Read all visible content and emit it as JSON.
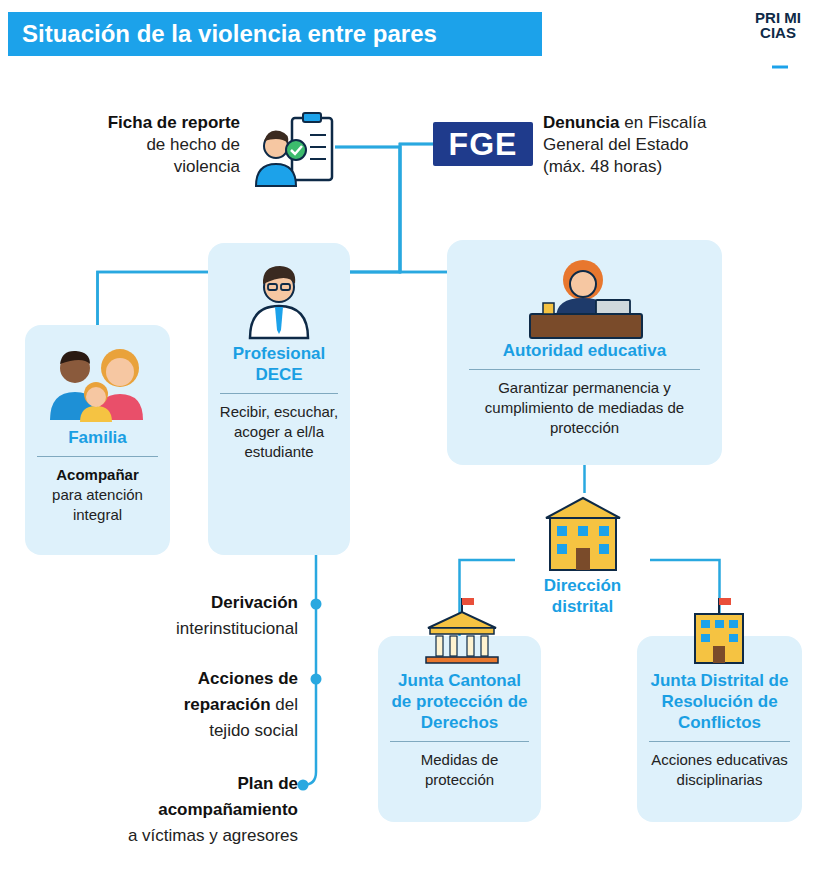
{
  "diagram": {
    "title": "Situación de la violencia entre pares",
    "nodes": [
      {
        "text": [
          "Ficha de reporte",
          "de hecho de violencia"
        ]
      },
      {
        "text": [
          "FGE",
          "Denuncia",
          "en Fiscalía General del Estado (máx. 48 horas)"
        ]
      },
      {
        "text": [
          "Familia",
          "Acompañar",
          "para atención integral"
        ]
      },
      {
        "text": [
          "Profesional DECE",
          "Recibir, escuchar, acoger a el/la estudiante"
        ]
      },
      {
        "text": [
          "Autoridad educativa",
          "Garantizar permanencia y cumplimiento de mediadas de protección"
        ]
      },
      {
        "text": [
          "Dirección distrital"
        ]
      },
      {
        "text": [
          "Junta Cantonal de protección de Derechos",
          "Medidas de protección"
        ]
      },
      {
        "text": [
          "Junta Distrital de Resolución de Conflictos",
          "Acciones educativas disciplinarias"
        ]
      }
    ],
    "edges": [
      {
        "from": 0,
        "to": 2,
        "arrow": "none"
      },
      {
        "from": 0,
        "to": 3,
        "arrow": "none"
      },
      {
        "from": 0,
        "to": 4,
        "arrow": "none"
      },
      {
        "from": 1,
        "to": 2,
        "arrow": "none"
      },
      {
        "from": 1,
        "to": 3,
        "arrow": "none"
      },
      {
        "from": 1,
        "to": 4,
        "arrow": "none"
      },
      {
        "from": 4,
        "to": 5,
        "arrow": "none"
      },
      {
        "from": 5,
        "to": 6,
        "arrow": "none"
      },
      {
        "from": 5,
        "to": 7,
        "arrow": "none"
      }
    ],
    "labels": [
      "PRI MI CIAS",
      "Derivación",
      "interinstitucional",
      "Acciones de reparación",
      "del tejido social",
      "Plan de acompañamiento",
      "a víctimas y agresores"
    ]
  }
}
